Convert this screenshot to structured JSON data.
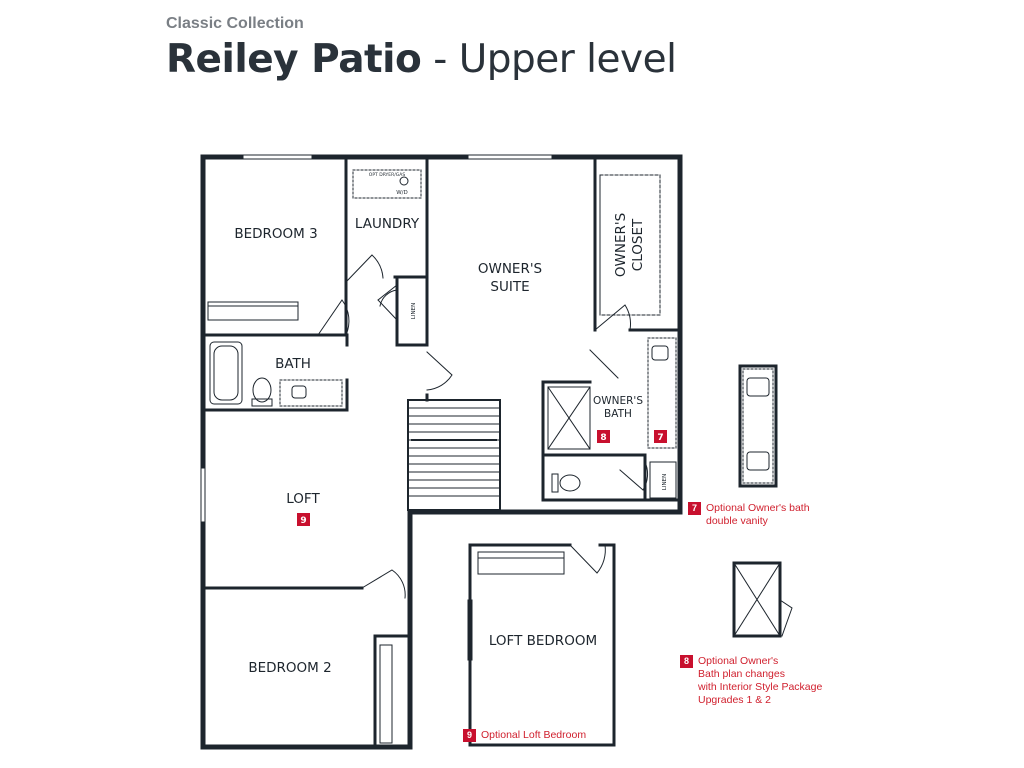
{
  "header": {
    "eyebrow": "Classic Collection",
    "title_bold": "Reiley Patio",
    "title_rest": " - Upper level"
  },
  "rooms": {
    "bedroom3": "BEDROOM 3",
    "laundry": "LAUNDRY",
    "owners_suite_1": "OWNER'S",
    "owners_suite_2": "SUITE",
    "owners_closet_1": "OWNER'S",
    "owners_closet_2": "CLOSET",
    "bath": "BATH",
    "owners_bath_1": "OWNER'S",
    "owners_bath_2": "BATH",
    "loft": "LOFT",
    "bedroom2": "BEDROOM 2",
    "loft_bedroom": "LOFT BEDROOM",
    "linen": "LINEN",
    "wd": "W/D",
    "opt_dryer": "OPT DRYER/GAS"
  },
  "badges": {
    "loft": "9",
    "owners_bath_a": "8",
    "owners_bath_b": "7"
  },
  "notes": [
    {
      "badge": "7",
      "lines": [
        "Optional Owner's bath",
        "double vanity"
      ]
    },
    {
      "badge": "8",
      "lines": [
        "Optional Owner's",
        "Bath plan changes",
        "with Interior Style Package",
        "Upgrades 1 & 2"
      ]
    },
    {
      "badge": "9",
      "lines": [
        "Optional Loft Bedroom"
      ]
    }
  ],
  "colors": {
    "wall": "#1d252d",
    "accent": "#c8102e",
    "eyebrow": "#7a7f85"
  }
}
